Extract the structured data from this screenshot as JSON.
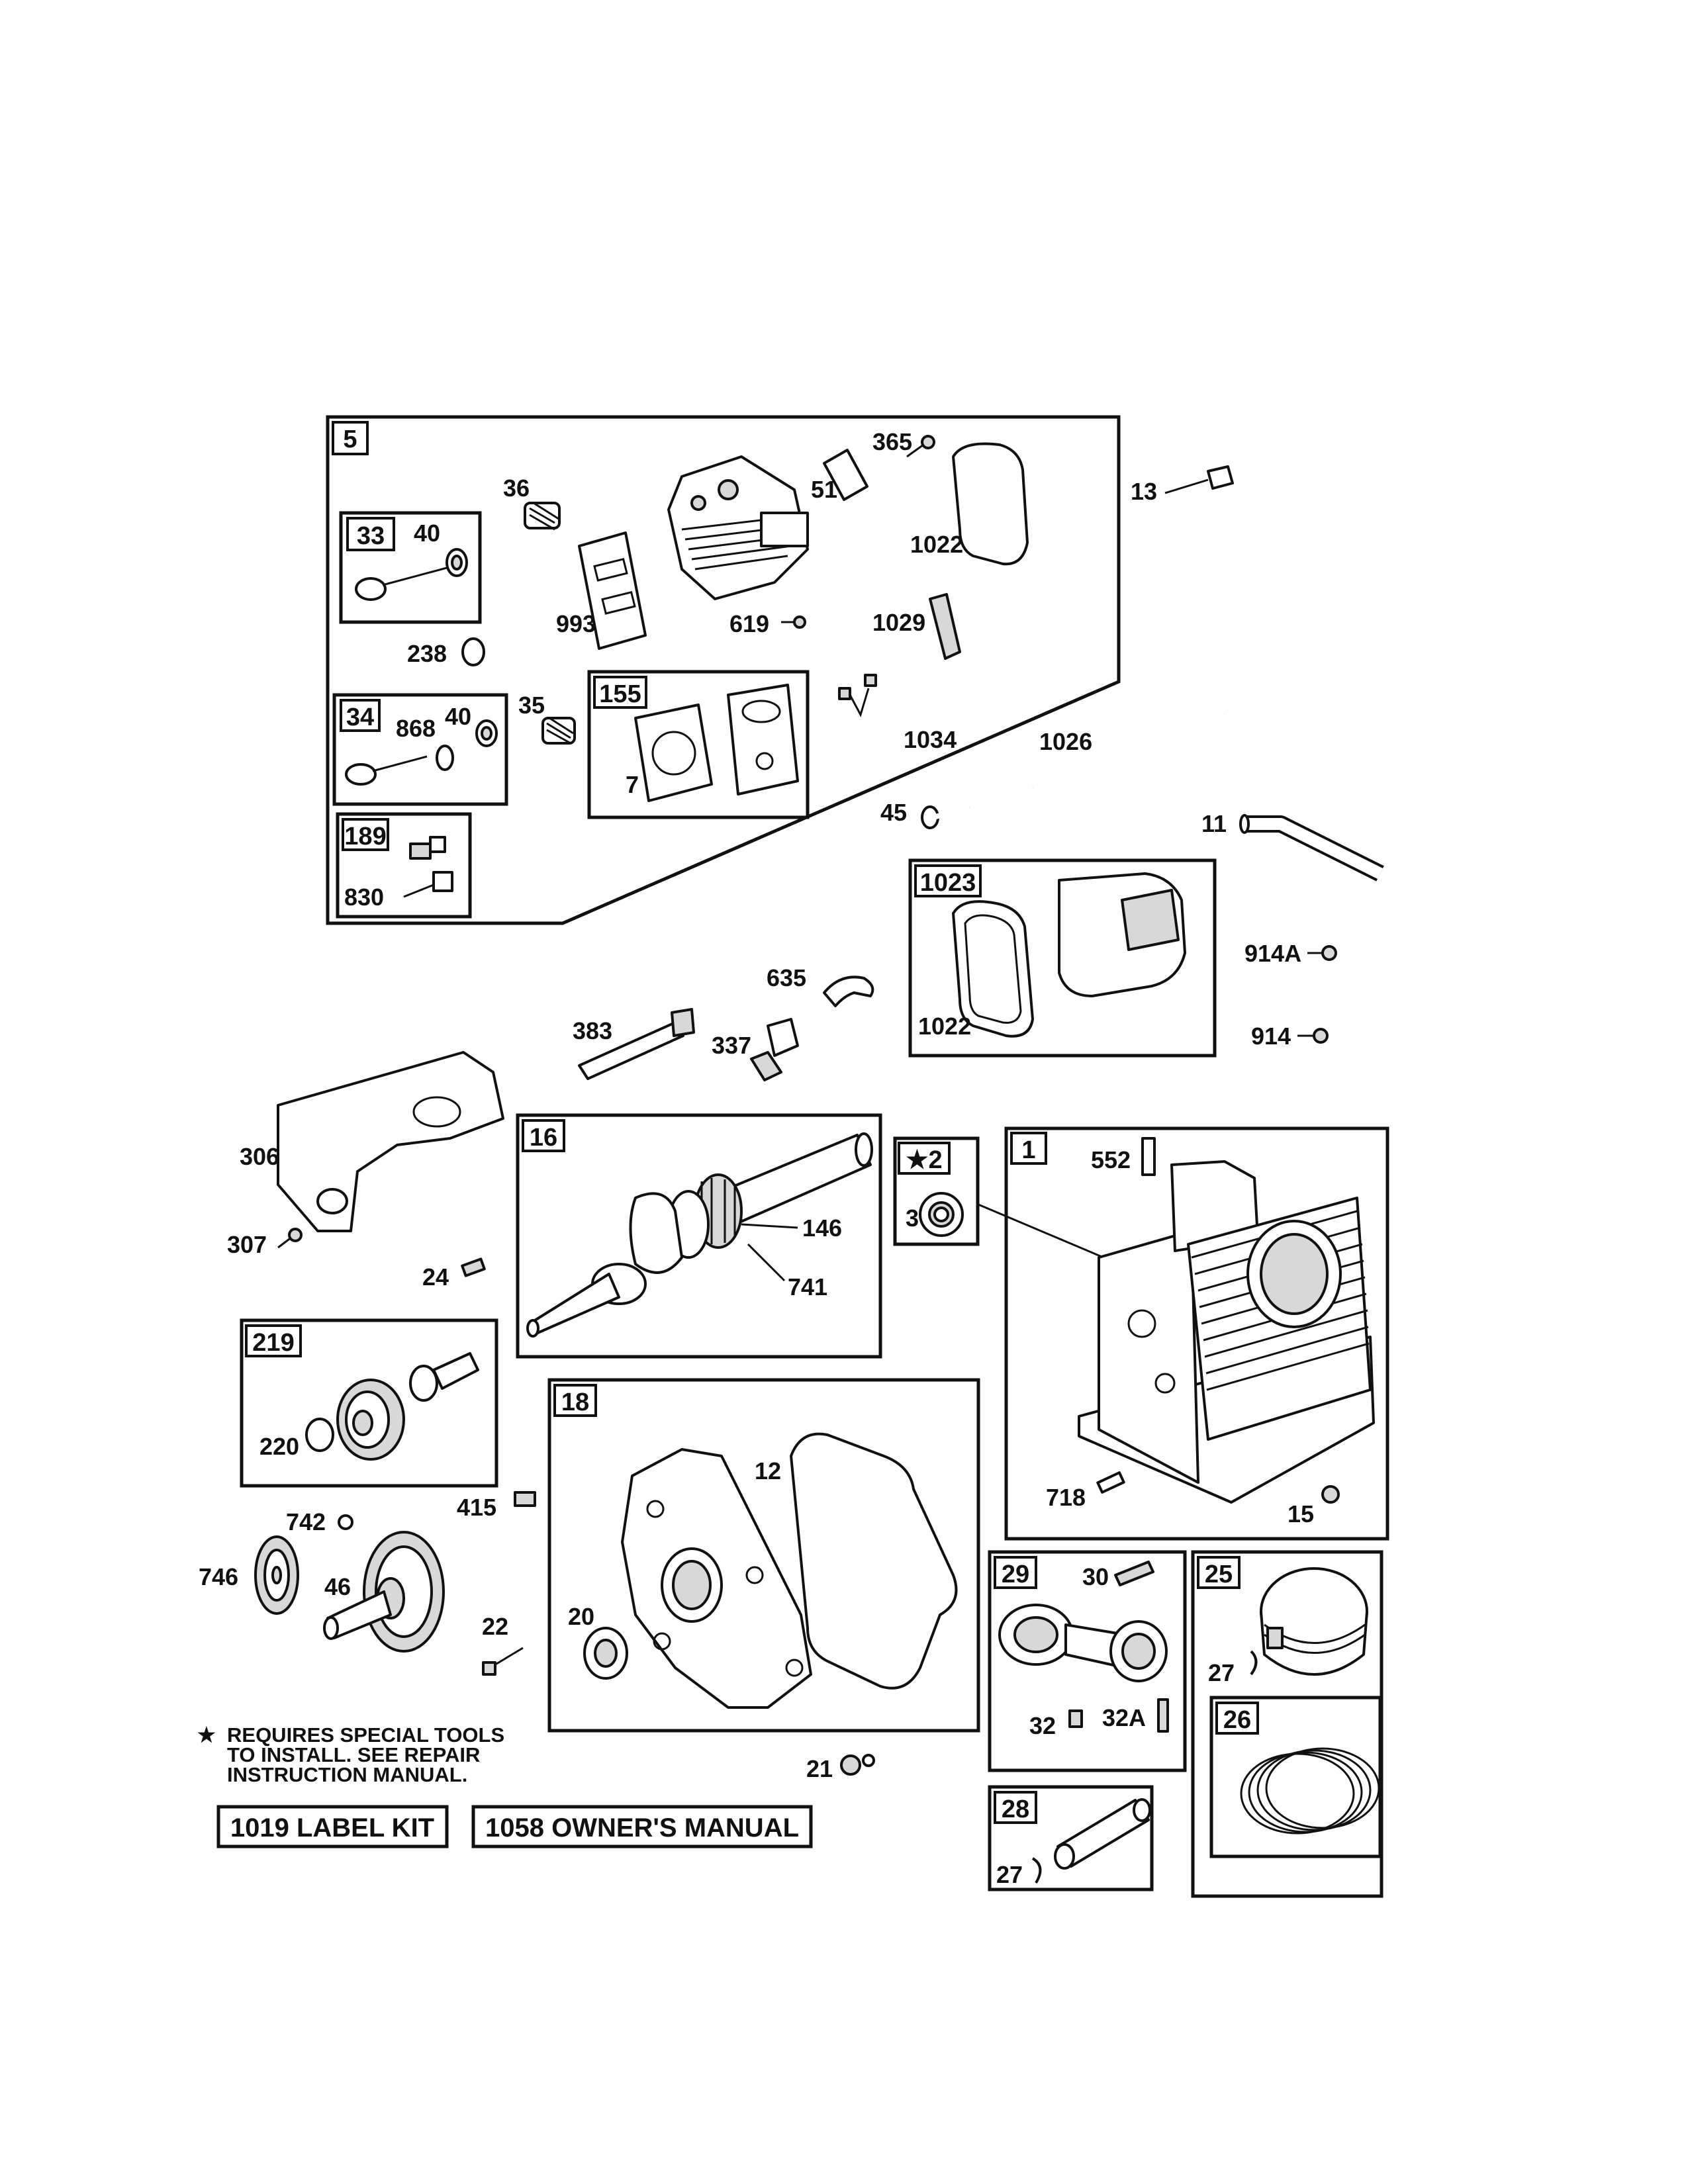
{
  "boxes": {
    "b5": "5",
    "b33": "33",
    "b34": "34",
    "b155": "155",
    "b189": "189",
    "b1023": "1023",
    "b16": "16",
    "b2": "★2",
    "b1": "1",
    "b219": "219",
    "b18": "18",
    "b29": "29",
    "b25": "25",
    "b26": "26",
    "b28": "28"
  },
  "parts": {
    "p365": "365",
    "p36": "36",
    "p51": "51",
    "p13": "13",
    "p40a": "40",
    "p1022a": "1022",
    "p993": "993",
    "p619": "619",
    "p1029": "1029",
    "p238": "238",
    "p868": "868",
    "p40b": "40",
    "p35": "35",
    "p7": "7",
    "p1034": "1034",
    "p1026": "1026",
    "p45": "45",
    "p11": "11",
    "p830": "830",
    "p914A": "914A",
    "p914": "914",
    "p635": "635",
    "p1022b": "1022",
    "p383": "383",
    "p337": "337",
    "p306": "306",
    "p307": "307",
    "p24": "24",
    "p146": "146",
    "p741": "741",
    "p3": "3",
    "p552": "552",
    "p220": "220",
    "p415": "415",
    "p12": "12",
    "p718": "718",
    "p15": "15",
    "p742": "742",
    "p746": "746",
    "p46": "46",
    "p22": "22",
    "p20": "20",
    "p30": "30",
    "p27a": "27",
    "p32": "32",
    "p32A": "32A",
    "p21": "21",
    "p27b": "27"
  },
  "notes": {
    "special_tools_line1": "REQUIRES SPECIAL TOOLS",
    "special_tools_line2": "TO INSTALL.  SEE REPAIR",
    "special_tools_line3": "INSTRUCTION MANUAL.",
    "star_symbol": "★"
  },
  "kits": {
    "label_kit": "1019 LABEL KIT",
    "owners_manual": "1058 OWNER'S MANUAL"
  }
}
